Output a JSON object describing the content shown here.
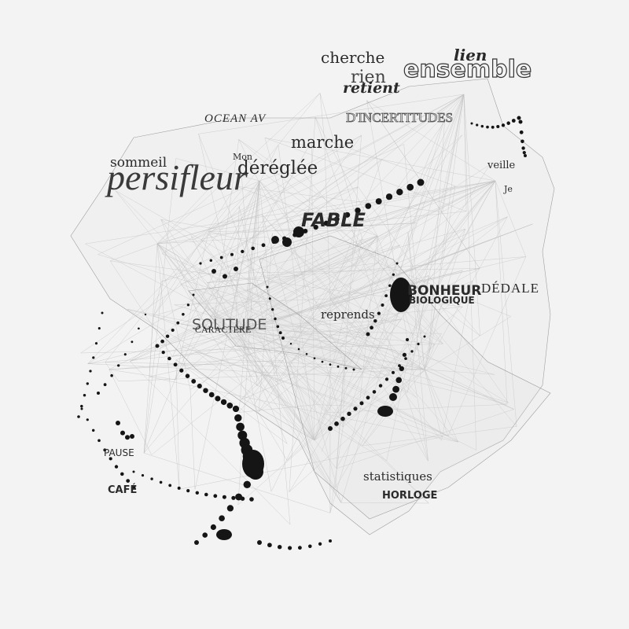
{
  "words": [
    {
      "id": "cherche",
      "text": "cherche"
    },
    {
      "id": "rien",
      "text": "rien"
    },
    {
      "id": "retient",
      "text": "retient"
    },
    {
      "id": "lien",
      "text": "lien"
    },
    {
      "id": "ensemble",
      "text": "ensemble"
    },
    {
      "id": "ocean",
      "text": "OCEAN AV"
    },
    {
      "id": "incertitudes",
      "text": "D'INCERTITUDES"
    },
    {
      "id": "marche",
      "text": "marche"
    },
    {
      "id": "sommeil",
      "text": "sommeil"
    },
    {
      "id": "persifleur",
      "text": "persifleur"
    },
    {
      "id": "mon",
      "text": "Mon"
    },
    {
      "id": "dereglee",
      "text": "déréglée"
    },
    {
      "id": "veille",
      "text": "veille"
    },
    {
      "id": "je",
      "text": "Je"
    },
    {
      "id": "fable",
      "text": "FABLE"
    },
    {
      "id": "bonheur",
      "text": "BONHEUR"
    },
    {
      "id": "biologique",
      "text": "BIOLOGIQUE"
    },
    {
      "id": "dedale",
      "text": "DÉDALE"
    },
    {
      "id": "reprends",
      "text": "reprends"
    },
    {
      "id": "solitude",
      "text": "SOLITUDE"
    },
    {
      "id": "caractere",
      "text": "CARACTÈRE"
    },
    {
      "id": "pause",
      "text": "PAUSE"
    },
    {
      "id": "cafe",
      "text": "CAFÉ"
    },
    {
      "id": "statistiques",
      "text": "statistiques"
    },
    {
      "id": "horloge",
      "text": "HORLOGE"
    }
  ],
  "colors": {
    "background": "#f3f3f3",
    "ink": "#1c1c1c",
    "web": "#9a9a9a"
  }
}
